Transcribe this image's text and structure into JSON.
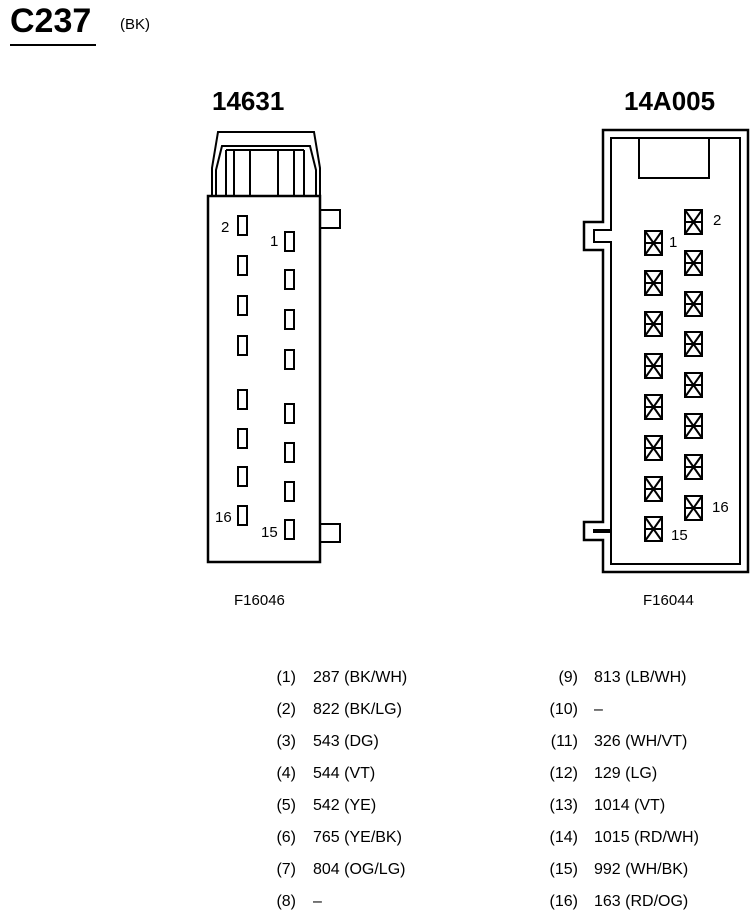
{
  "connector": {
    "title": "C237",
    "color_code": "(BK)"
  },
  "left_view": {
    "part_number": "14631",
    "figure_id": "F16046",
    "pin_labels": {
      "top_left": "2",
      "top_right": "1",
      "bottom_left": "16",
      "bottom_right": "15"
    }
  },
  "right_view": {
    "part_number": "14A005",
    "figure_id": "F16044",
    "pin_labels": {
      "top_right": "2",
      "top_left": "1",
      "bottom_right": "16",
      "bottom_left": "15"
    }
  },
  "pinout": {
    "left_column": [
      {
        "pin": "(1)",
        "circuit": "287 (BK/WH)"
      },
      {
        "pin": "(2)",
        "circuit": "822 (BK/LG)"
      },
      {
        "pin": "(3)",
        "circuit": "543 (DG)"
      },
      {
        "pin": "(4)",
        "circuit": "544 (VT)"
      },
      {
        "pin": "(5)",
        "circuit": "542 (YE)"
      },
      {
        "pin": "(6)",
        "circuit": "765 (YE/BK)"
      },
      {
        "pin": "(7)",
        "circuit": "804 (OG/LG)"
      },
      {
        "pin": "(8)",
        "circuit": "–"
      }
    ],
    "right_column": [
      {
        "pin": "(9)",
        "circuit": "813 (LB/WH)"
      },
      {
        "pin": "(10)",
        "circuit": "–"
      },
      {
        "pin": "(11)",
        "circuit": "326 (WH/VT)"
      },
      {
        "pin": "(12)",
        "circuit": "129 (LG)"
      },
      {
        "pin": "(13)",
        "circuit": "1014 (VT)"
      },
      {
        "pin": "(14)",
        "circuit": "1015 (RD/WH)"
      },
      {
        "pin": "(15)",
        "circuit": "992 (WH/BK)"
      },
      {
        "pin": "(16)",
        "circuit": "163 (RD/OG)"
      }
    ]
  }
}
